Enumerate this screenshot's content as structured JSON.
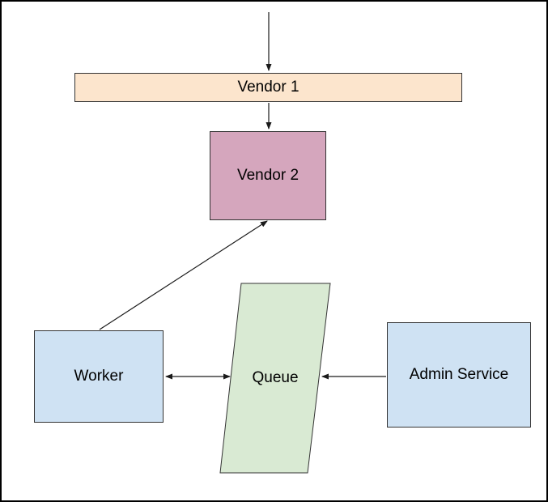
{
  "diagram": {
    "background": "#ffffff",
    "frame_color": "#000000",
    "edge_color": "#1a1a1a",
    "shape_border_color": "#333333",
    "nodes": [
      {
        "id": "vendor1",
        "label": "Vendor 1",
        "shape": "rectangle",
        "fill": "#fce5cd"
      },
      {
        "id": "vendor2",
        "label": "Vendor 2",
        "shape": "rectangle",
        "fill": "#d5a6bd"
      },
      {
        "id": "worker",
        "label": "Worker",
        "shape": "rectangle",
        "fill": "#cfe2f3"
      },
      {
        "id": "queue",
        "label": "Queue",
        "shape": "parallelogram",
        "fill": "#d9ead3"
      },
      {
        "id": "admin_service",
        "label": "Admin Service",
        "shape": "rectangle",
        "fill": "#cfe2f3"
      }
    ],
    "edges": [
      {
        "id": "inbound-to-vendor1",
        "from": "external",
        "to": "vendor1",
        "arrowheads": "end"
      },
      {
        "id": "vendor1-to-vendor2",
        "from": "vendor1",
        "to": "vendor2",
        "arrowheads": "end"
      },
      {
        "id": "worker-to-vendor2",
        "from": "worker",
        "to": "vendor2",
        "arrowheads": "end"
      },
      {
        "id": "worker-queue",
        "from": "worker",
        "to": "queue",
        "arrowheads": "both"
      },
      {
        "id": "admin-to-queue",
        "from": "admin_service",
        "to": "queue",
        "arrowheads": "end"
      }
    ]
  }
}
